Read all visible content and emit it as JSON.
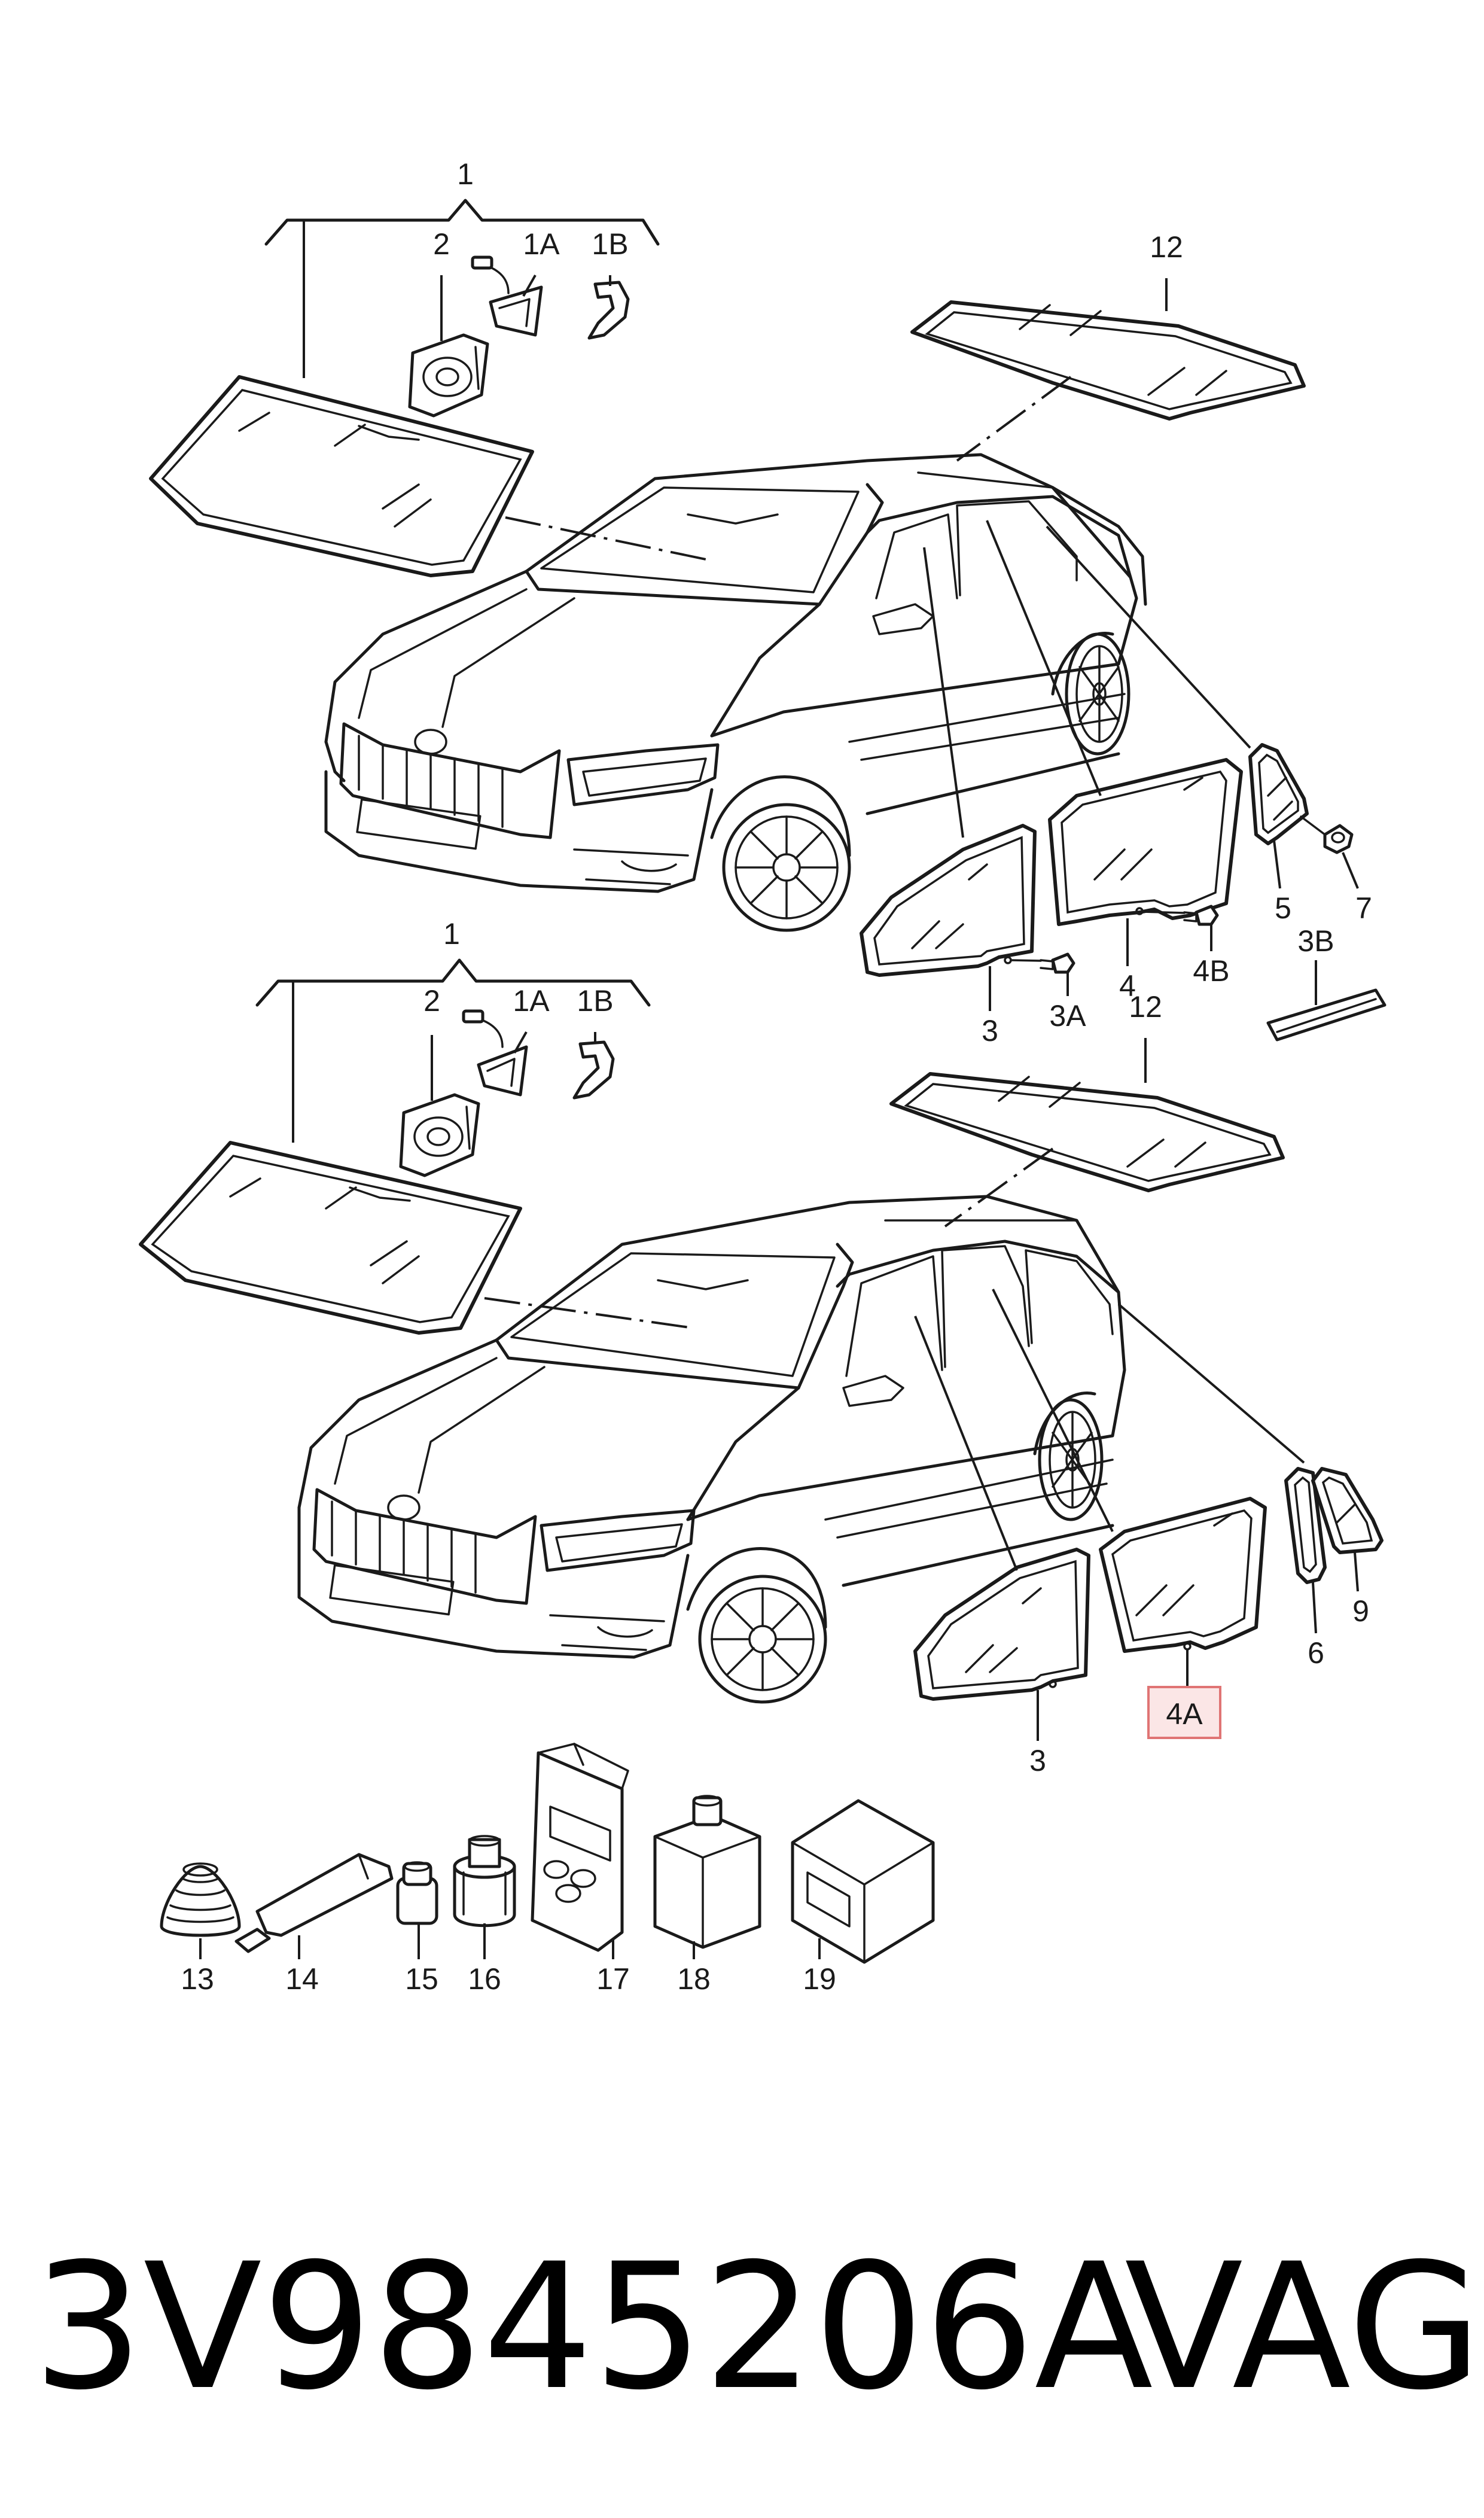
{
  "labels": {
    "top": {
      "l1": "1",
      "l2": "2",
      "l1a": "1A",
      "l1b": "1B",
      "l12": "12",
      "l3": "3",
      "l3a": "3A",
      "l4": "4",
      "l4b": "4B",
      "l3b": "3B",
      "l5": "5",
      "l7": "7"
    },
    "bottom": {
      "l1": "1",
      "l2": "2",
      "l1a": "1A",
      "l1b": "1B",
      "l12": "12",
      "l3": "3",
      "l4a": "4A",
      "l6": "6",
      "l9": "9"
    },
    "accessories": {
      "l13": "13",
      "l14": "14",
      "l15": "15",
      "l16": "16",
      "l17": "17",
      "l18": "18",
      "l19": "19"
    }
  },
  "footer": {
    "part_number": "3V9845206A",
    "brand": "VAG"
  },
  "colors": {
    "line": "#1a1a1a",
    "highlight_fill": "#fbe6e6",
    "highlight_stroke": "#e07474"
  }
}
